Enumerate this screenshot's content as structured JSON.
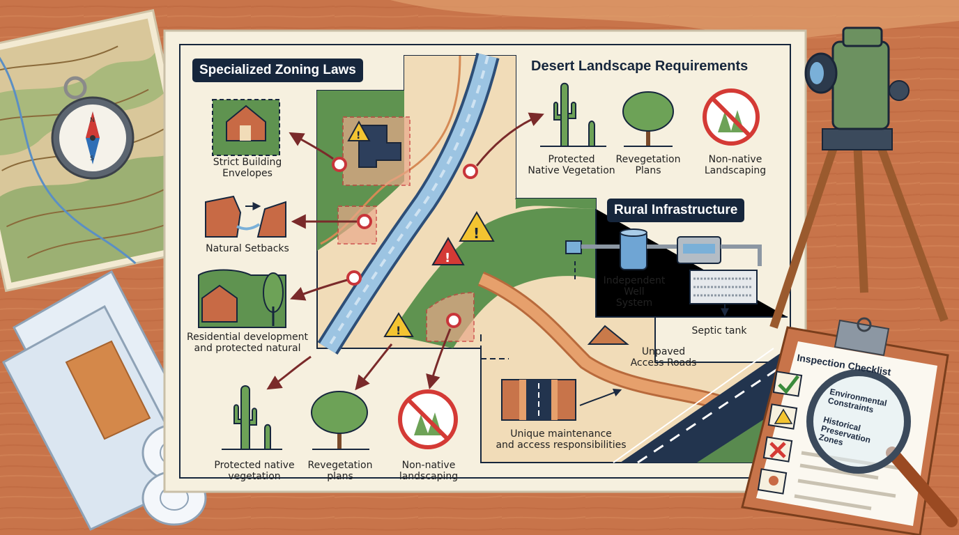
{
  "titles": {
    "zoning": "Specialized Zoning Laws",
    "desert": "Desert Landscape Requirements",
    "rural": "Rural Infrastructure"
  },
  "zoning_items": [
    {
      "label": "Strict Building\nEnvelopes",
      "icon": "house-envelope-icon"
    },
    {
      "label": "Natural Setbacks",
      "icon": "setback-icon"
    },
    {
      "label": "Residential development\nand protected natural",
      "icon": "house-trees-icon"
    }
  ],
  "desert_items": [
    {
      "label": "Protected\nNative Vegetation",
      "icon": "cactus-icon"
    },
    {
      "label": "Revegetation\nPlans",
      "icon": "tree-icon"
    },
    {
      "label": "Non-native\nLandscaping",
      "icon": "prohibited-plant-icon"
    }
  ],
  "bottom_items": [
    {
      "label": "Protected native\nvegetation",
      "icon": "cactus-icon"
    },
    {
      "label": "Revegetation\nplans",
      "icon": "tree-icon"
    },
    {
      "label": "Non-native\nlandscaping",
      "icon": "prohibited-plant-icon"
    }
  ],
  "rural_items": {
    "well": "Independent\nWell\nSystem",
    "septic": "Septic tank",
    "roads": "Unpaved\nAccess Roads",
    "maintenance": "Unique maintenance\nand access responsibilities"
  },
  "checklist": {
    "title": "Inspection Checklist",
    "items": [
      "Environmental\nConstraints",
      "Historical\nPreservation\nZones"
    ]
  },
  "colors": {
    "board": "#f6f0df",
    "navy": "#16263c",
    "green": "#5a8c4a",
    "sand": "#f1dcb8",
    "red": "#c8353a",
    "warning": "#f3c431",
    "wood": "#c8744a"
  }
}
